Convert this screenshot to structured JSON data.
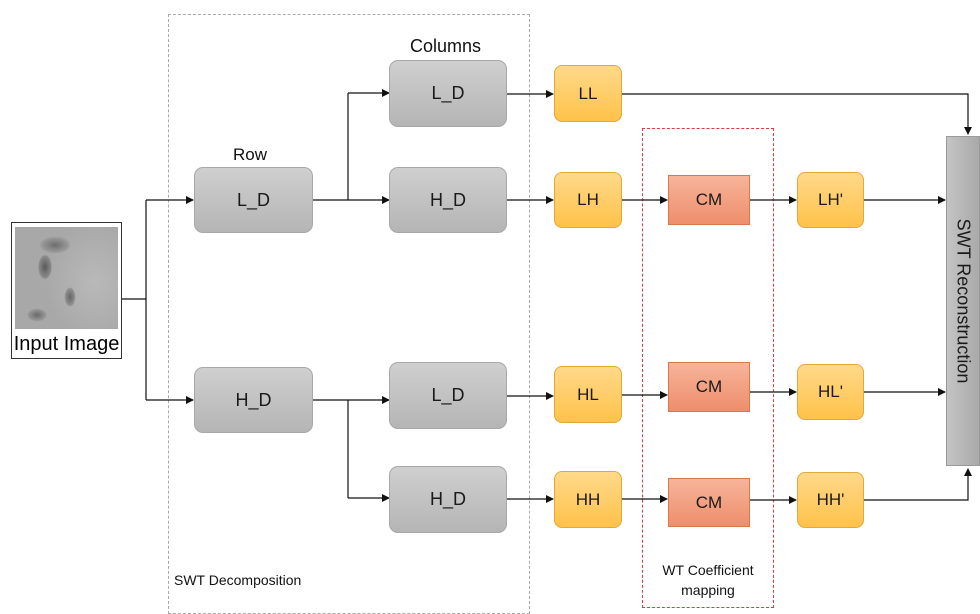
{
  "input": {
    "caption": "Input Image"
  },
  "headers": {
    "row": "Row",
    "columns": "Columns"
  },
  "row_filters": [
    {
      "id": "row-ld",
      "label": "L_D"
    },
    {
      "id": "row-hd",
      "label": "H_D"
    }
  ],
  "column_filters": [
    {
      "id": "col-ld-1",
      "label": "L_D"
    },
    {
      "id": "col-hd-1",
      "label": "H_D"
    },
    {
      "id": "col-ld-2",
      "label": "L_D"
    },
    {
      "id": "col-hd-2",
      "label": "H_D"
    }
  ],
  "subbands": [
    {
      "id": "ll",
      "label": "LL"
    },
    {
      "id": "lh",
      "label": "LH"
    },
    {
      "id": "hl",
      "label": "HL"
    },
    {
      "id": "hh",
      "label": "HH"
    }
  ],
  "mapping": [
    {
      "id": "cm-lh",
      "label": "CM"
    },
    {
      "id": "cm-hl",
      "label": "CM"
    },
    {
      "id": "cm-hh",
      "label": "CM"
    }
  ],
  "mapped": [
    {
      "id": "lh-prime",
      "label": "LH'"
    },
    {
      "id": "hl-prime",
      "label": "HL'"
    },
    {
      "id": "hh-prime",
      "label": "HH'"
    }
  ],
  "reconstruction": {
    "label": "SWT Reconstruction"
  },
  "regions": {
    "decomposition": "SWT Decomposition",
    "mapping_line1": "WT Coefficient",
    "mapping_line2": "mapping"
  },
  "colors": {
    "filter_gray": "#bdbdbd",
    "subband_yellow": "#ffc94f",
    "mapping_salmon": "#f29c7b",
    "mapping_region_border": "#e23a3a",
    "decomposition_region_border": "#aaaaaa"
  }
}
